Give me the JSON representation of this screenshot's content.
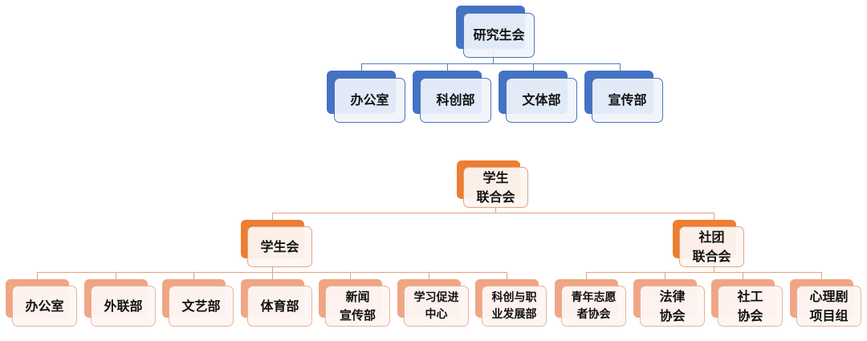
{
  "colors": {
    "blue_dark": "#4472c4",
    "blue_light_fill": "#eef2fa",
    "orange_dark": "#ed7d31",
    "salmon": "#f0a584",
    "line_blue": "#5a7fbf",
    "line_orange": "#e3a27f"
  },
  "chart1": {
    "root": {
      "label": "研究生会"
    },
    "children": [
      {
        "label": "办公室"
      },
      {
        "label": "科创部"
      },
      {
        "label": "文体部"
      },
      {
        "label": "宣传部"
      }
    ]
  },
  "chart2": {
    "root": {
      "label": "学生\n联合会"
    },
    "branches": [
      {
        "label": "学生会",
        "children": [
          {
            "label": "办公室"
          },
          {
            "label": "外联部"
          },
          {
            "label": "文艺部"
          },
          {
            "label": "体育部"
          },
          {
            "label": "新闻\n宣传部"
          },
          {
            "label": "学习促进\n中心"
          },
          {
            "label": "科创与职\n业发展部"
          }
        ]
      },
      {
        "label": "社团\n联合会",
        "children": [
          {
            "label": "青年志愿\n者协会"
          },
          {
            "label": "法律\n协会"
          },
          {
            "label": "社工\n协会"
          },
          {
            "label": "心理剧\n项目组"
          }
        ]
      }
    ]
  }
}
